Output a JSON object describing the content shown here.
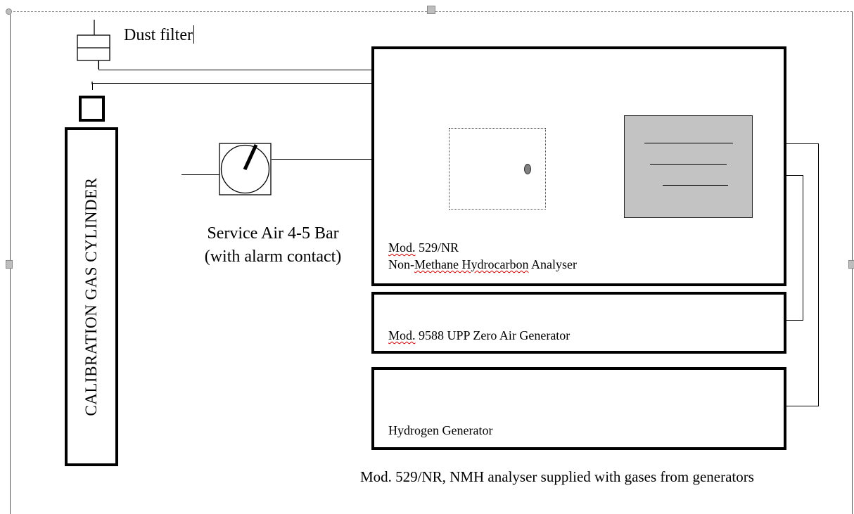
{
  "labels": {
    "dust_filter": "Dust filter",
    "cylinder": "CALIBRATION GAS CYLINDER",
    "service_air_line1": "Service Air 4-5 Bar",
    "service_air_line2": "(with alarm contact)",
    "analyser_mod": "529/NR",
    "analyser_mod_prefix": "Mod.",
    "analyser_name_prefix": "Non-",
    "analyser_name_squiggle": "Methane Hydrocarbon",
    "analyser_name_suffix": " Analyser",
    "zero_air_prefix": "Mod.",
    "zero_air_rest": " 9588 UPP Zero Air Generator",
    "hydrogen": "Hydrogen Generator",
    "caption": "Mod. 529/NR, NMH analyser supplied with gases from generators"
  }
}
